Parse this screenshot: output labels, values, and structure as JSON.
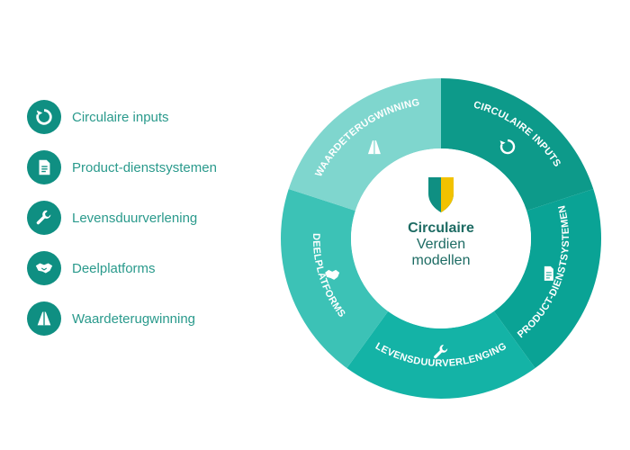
{
  "legend": {
    "items": [
      {
        "label": "Circulaire inputs",
        "icon": "circular-arrow-icon"
      },
      {
        "label": "Product-dienstsystemen",
        "icon": "document-icon"
      },
      {
        "label": "Levensduurverlening",
        "icon": "wrench-icon"
      },
      {
        "label": "Deelplatforms",
        "icon": "handshake-icon"
      },
      {
        "label": "Waardeterugwinning",
        "icon": "arch-icon"
      }
    ]
  },
  "diagram": {
    "center": {
      "line1": "Circulaire",
      "line2": "Verdien",
      "line3": "modellen"
    },
    "segments": [
      {
        "label": "CIRCULAIRE INPUTS",
        "color": "#0d9a8a",
        "icon": "circular-arrow-icon"
      },
      {
        "label": "PRODUCT-DIENSTSYSTEMEN",
        "color": "#0aa395",
        "icon": "document-icon"
      },
      {
        "label": "LEVENSDUURVERLENGING",
        "color": "#14b3a6",
        "icon": "wrench-icon"
      },
      {
        "label": "DEELPLATFORMS",
        "color": "#3cc2b6",
        "icon": "handshake-icon"
      },
      {
        "label": "WAARDETERUGWINNING",
        "color": "#7fd6ce",
        "icon": "arch-icon"
      }
    ]
  },
  "colors": {
    "accent": "#0f8f82",
    "legend_text": "#2a9a8c",
    "center_text": "#1d6b63"
  }
}
